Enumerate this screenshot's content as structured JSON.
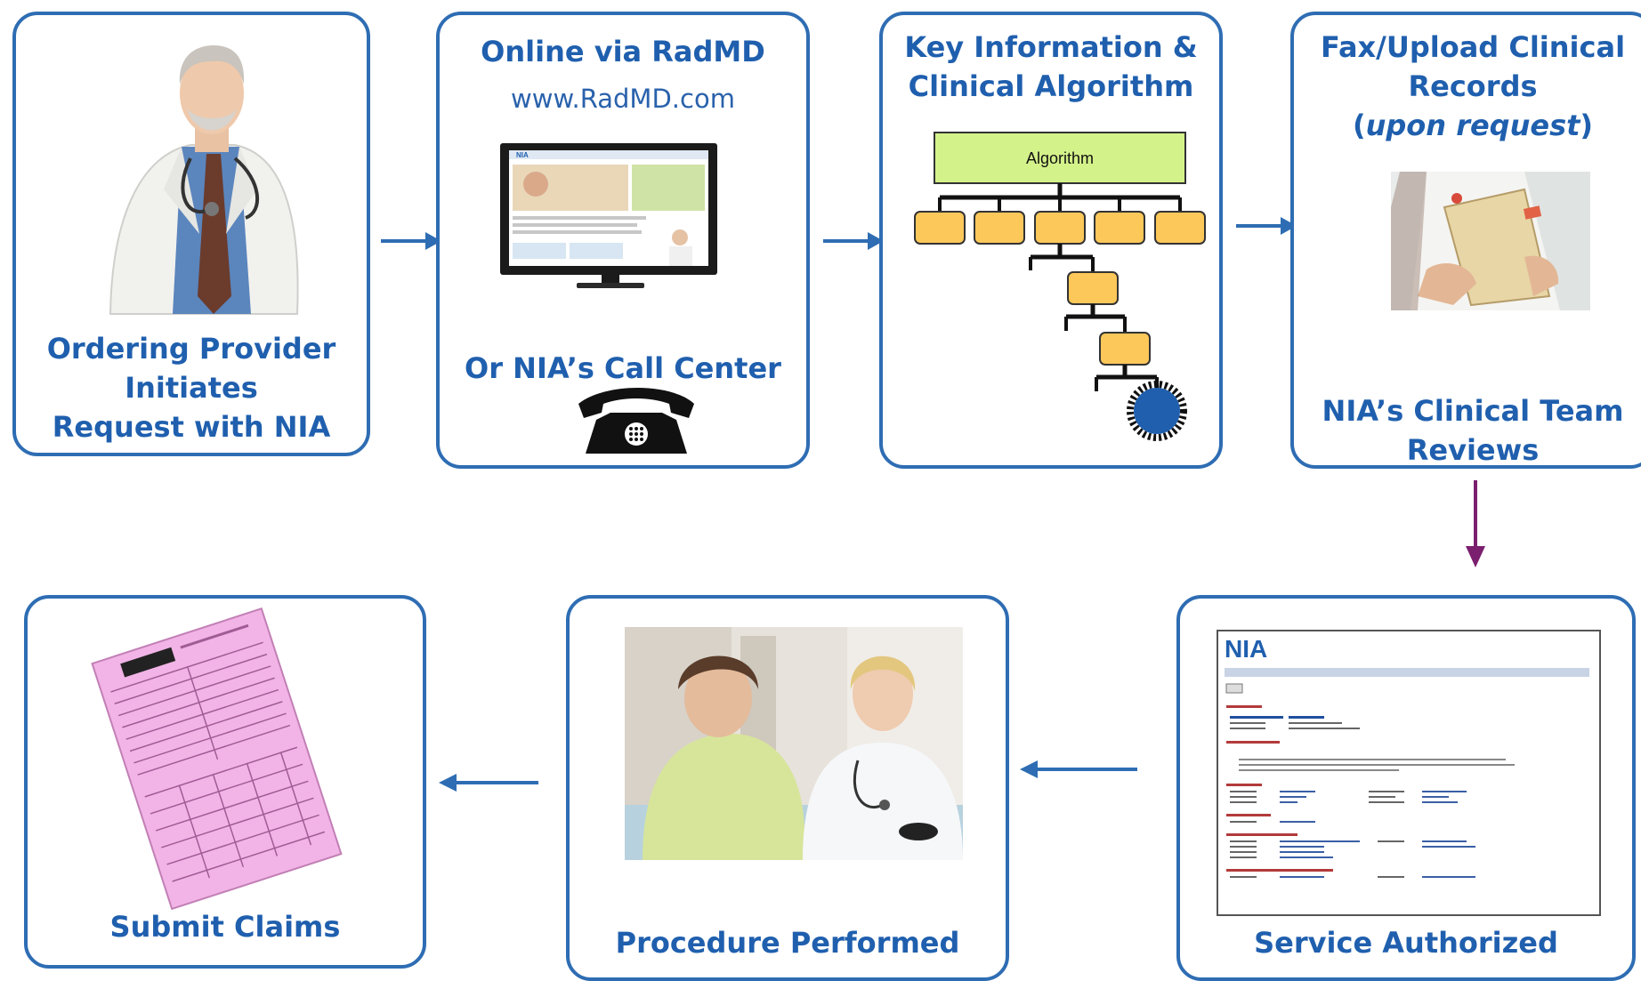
{
  "boxes": {
    "provider": {
      "line1": "Ordering Provider",
      "line2": "Initiates",
      "line3": "Request with  NIA"
    },
    "online": {
      "title": "Online via RadMD",
      "url": "www.RadMD.com",
      "call_center": "Or NIA’s Call Center"
    },
    "algorithm": {
      "line1": "Key Information &",
      "line2": "Clinical Algorithm",
      "root_label": "Algorithm"
    },
    "records": {
      "line1": "Fax/Upload Clinical",
      "line2": "Records",
      "paren_open": "(",
      "italic": "upon request",
      "paren_close": ")",
      "review1": "NIA’s Clinical Team",
      "review2": "Reviews"
    },
    "authorized": {
      "label": "Service Authorized",
      "doc_logo": "NIA"
    },
    "procedure": {
      "label": "Procedure Performed"
    },
    "claims": {
      "label": "Submit Claims"
    }
  },
  "colors": {
    "border": "#2e6db3",
    "text": "#1f5fae",
    "arrow": "#2e6db3",
    "down_arrow": "#7b1f6f",
    "node_fill": "#fcc85a",
    "root_fill": "#d4f28a",
    "terminal": "#1f5fae",
    "claim_form": "#f2b4e6"
  },
  "icons": [
    "doctor-photo",
    "monitor-icon",
    "telephone-icon",
    "algorithm-tree",
    "clinical-records-photo",
    "authorization-document",
    "consultation-photo",
    "claim-form-icon"
  ]
}
